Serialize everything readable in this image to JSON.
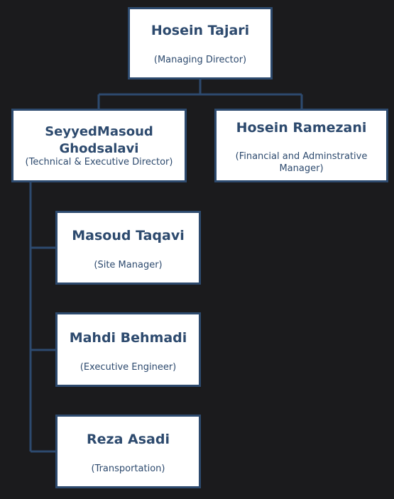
{
  "org_chart": {
    "managing_director": {
      "name": "Hosein Tajari",
      "role": "(Managing Director)"
    },
    "technical_director": {
      "name": "SeyyedMasoud Ghodsalavi",
      "role": "(Technical & Executive Director)"
    },
    "financial_manager": {
      "name": "Hosein Ramezani",
      "role": "(Financial and Adminstrative Manager)"
    },
    "site_manager": {
      "name": "Masoud Taqavi",
      "role": "(Site Manager)"
    },
    "executive_engineer": {
      "name": "Mahdi Behmadi",
      "role": "(Executive Engineer)"
    },
    "transportation": {
      "name": "Reza Asadi",
      "role": "(Transportation)"
    }
  },
  "colors": {
    "background": "#1b1b1d",
    "box_fill": "#ffffff",
    "box_border": "#2d4a6e",
    "text": "#2d4a6e",
    "connector": "#2d4a6e"
  }
}
